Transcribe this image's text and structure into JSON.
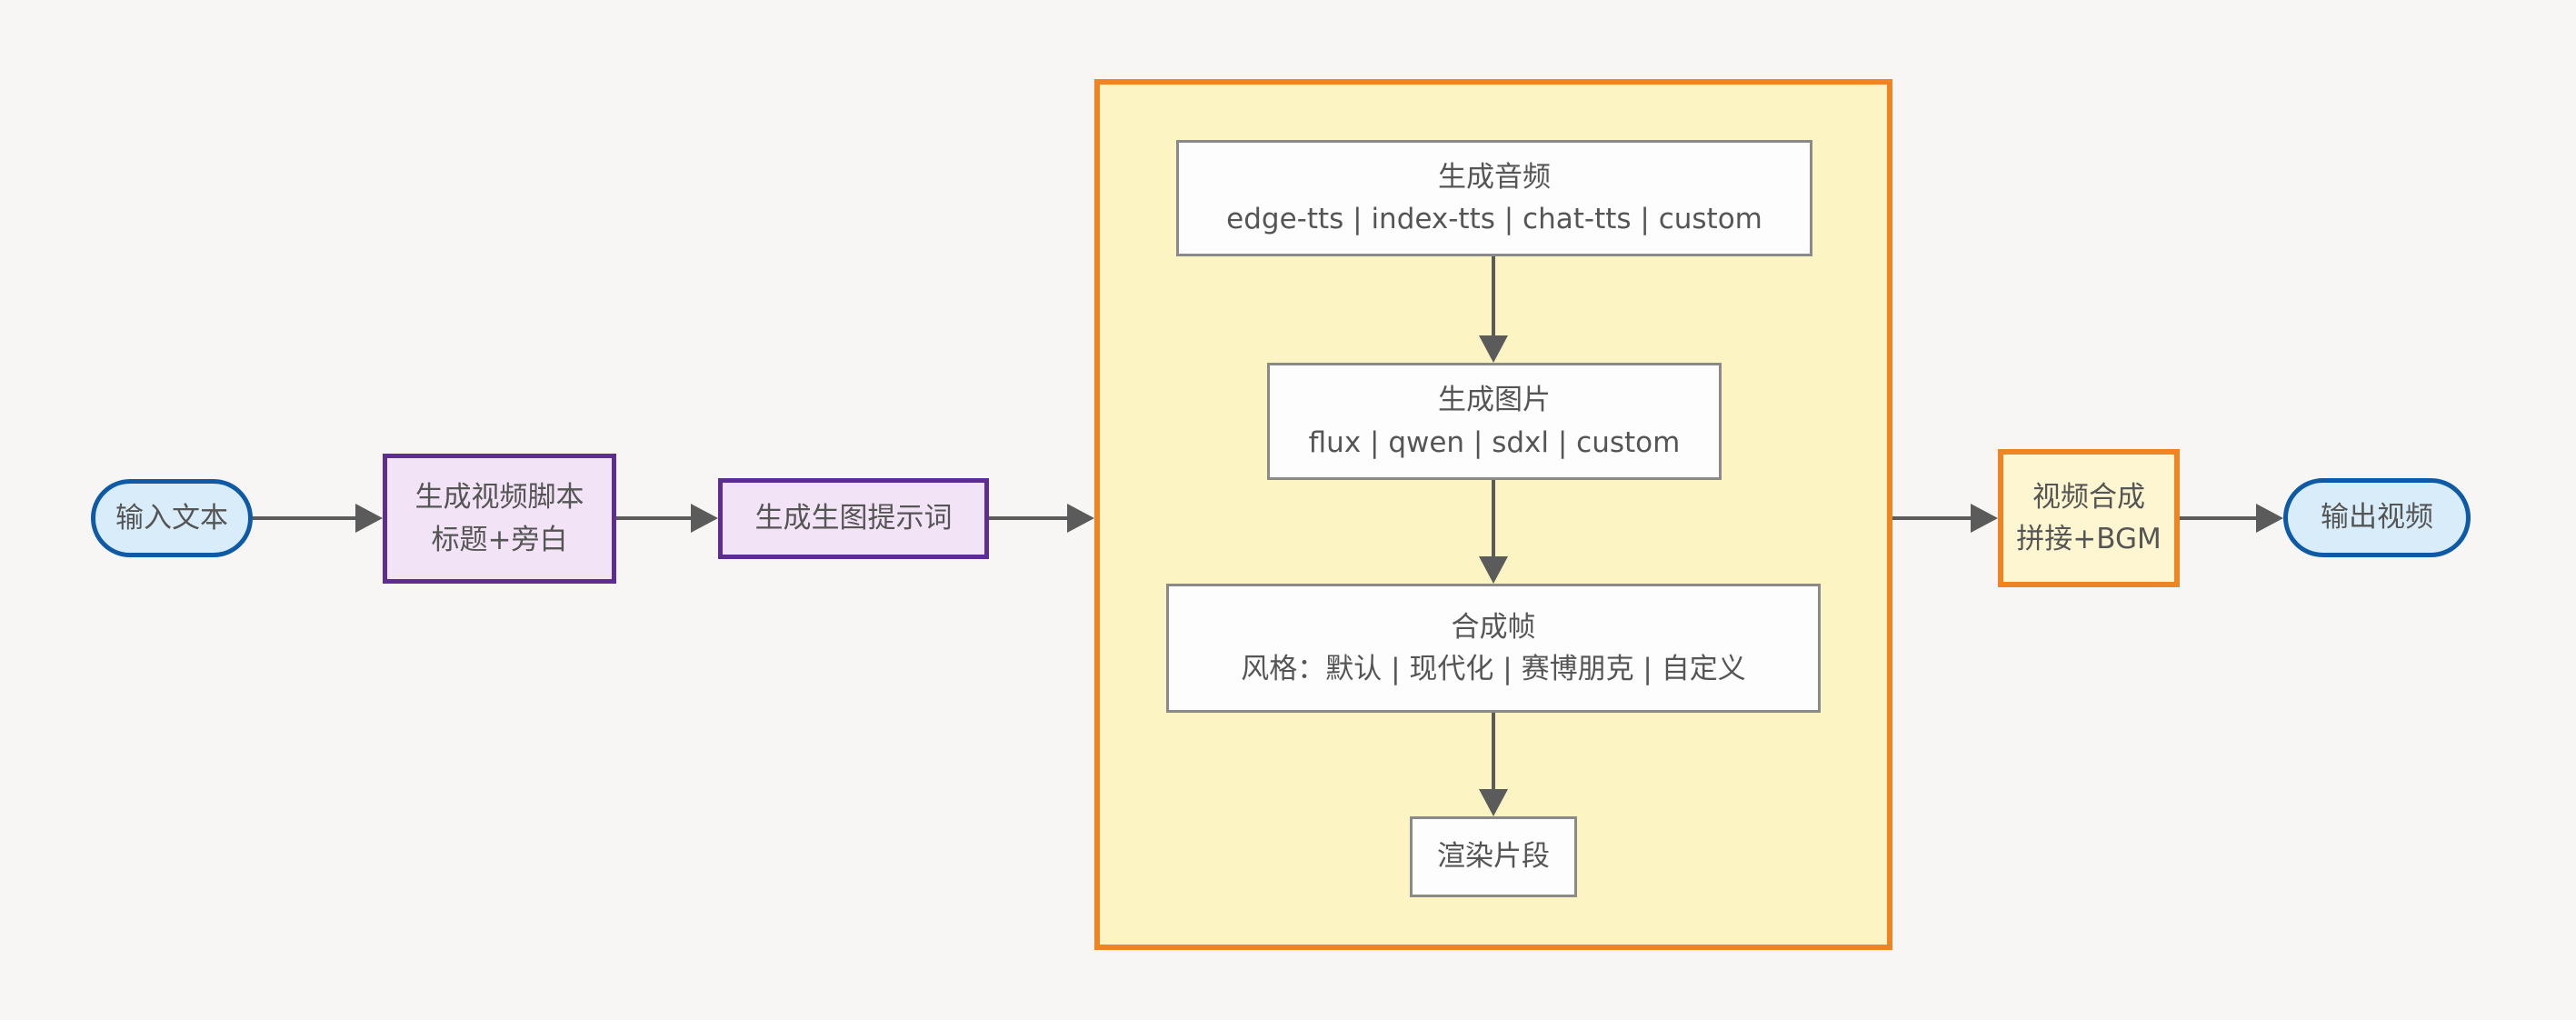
{
  "diagram_type": "flowchart",
  "colors": {
    "background": "#f7f6f4",
    "terminal_border": "#0e5aa7",
    "terminal_fill": "#d8edf9",
    "process_border": "#5e2d91",
    "process_fill": "#f3e3f6",
    "container_border": "#ee8422",
    "container_fill": "#fcf4c3",
    "inner_box_border": "#8a8a8a",
    "inner_box_fill": "#fdfdfd",
    "compose_fill": "#fdf6d0",
    "arrow": "#5b5b5b",
    "text": "#555555"
  },
  "nodes": {
    "input": {
      "label": "输入文本"
    },
    "script": {
      "line1": "生成视频脚本",
      "line2": "标题+旁白"
    },
    "prompt": {
      "label": "生成生图提示词"
    },
    "audio": {
      "title": "生成音频",
      "options": "edge-tts | index-tts | chat-tts | custom"
    },
    "image": {
      "title": "生成图片",
      "options": "flux | qwen | sdxl | custom"
    },
    "frame": {
      "title": "合成帧",
      "options": "风格：默认 | 现代化 | 赛博朋克 | 自定义"
    },
    "render": {
      "label": "渲染片段"
    },
    "compose": {
      "line1": "视频合成",
      "line2": "拼接+BGM"
    },
    "output": {
      "label": "输出视频"
    }
  },
  "edges": [
    {
      "from": "input",
      "to": "script"
    },
    {
      "from": "script",
      "to": "prompt"
    },
    {
      "from": "prompt",
      "to": "group"
    },
    {
      "from": "audio",
      "to": "image"
    },
    {
      "from": "image",
      "to": "frame"
    },
    {
      "from": "frame",
      "to": "render"
    },
    {
      "from": "group",
      "to": "compose"
    },
    {
      "from": "compose",
      "to": "output"
    }
  ]
}
